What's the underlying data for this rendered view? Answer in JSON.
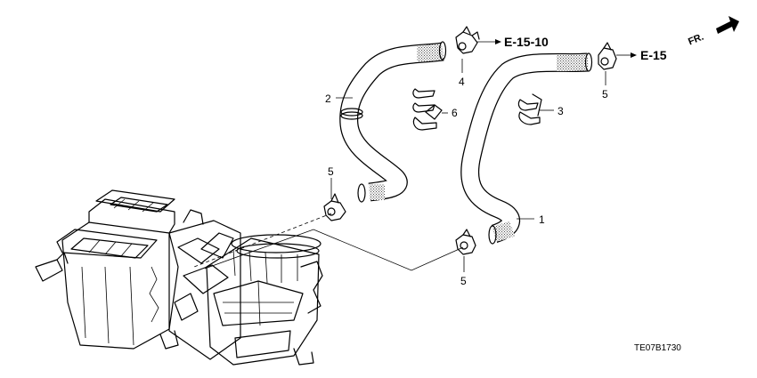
{
  "diagram": {
    "part_labels": {
      "p1": "1",
      "p2": "2",
      "p3": "3",
      "p4": "4",
      "p5a": "5",
      "p5b": "5",
      "p5c": "5",
      "p6": "6"
    },
    "references": {
      "top": "E-15-10",
      "right": "E-15"
    },
    "direction": "FR.",
    "diagram_code": "TE07B1730"
  }
}
